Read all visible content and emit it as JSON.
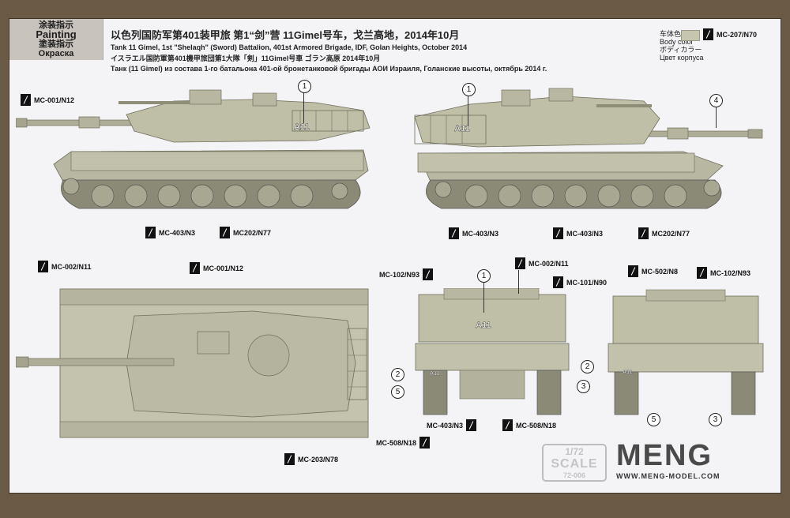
{
  "header": {
    "label_cn": "涂装指示",
    "label_en": "Painting",
    "label_jp": "塗装指示",
    "label_ru": "Окраска"
  },
  "title": {
    "line_cn": "以色列国防军第401装甲旅 第1“剑”营 11Gimel号车，戈兰高地，2014年10月",
    "line_en": "Tank 11 Gimel, 1st \"Shelaqh\" (Sword) Battalion, 401st Armored Brigade, IDF, Golan Heights, October 2014",
    "line_jp": "イスラエル国防軍第401機甲旅団第1大隊「剣」11Gimel号車 ゴラン高原 2014年10月",
    "line_ru": "Танк (11 Gimel) из состава 1-го батальона 401-ой бронетанковой бригады АОИ Израиля, Голанские высоты, октябрь 2014 г."
  },
  "body_color": {
    "cn": "车体色",
    "en": "Body color",
    "jp": "ボディカラー",
    "ru": "Цвет корпуса",
    "code": "MC-207/N70",
    "swatch": "#c6c5b0"
  },
  "tank_marking": "A11",
  "callouts": {
    "c1": "MC-001/N12",
    "c2": "MC-403/N3",
    "c3": "MC202/N77",
    "c4": "MC-403/N3",
    "c5": "MC-403/N3",
    "c6": "MC202/N77",
    "c7": "MC-002/N11",
    "c8": "MC-001/N12",
    "c9": "MC-203/N78",
    "c10": "MC-102/N93",
    "c11": "MC-002/N11",
    "c12": "MC-101/N90",
    "c13": "MC-403/N3",
    "c14": "MC-508/N18",
    "c15": "MC-508/N18",
    "c16": "MC-502/N8",
    "c17": "MC-102/N93"
  },
  "numbers": {
    "n1a": "1",
    "n1b": "1",
    "n4": "4",
    "n1c": "1",
    "n2a": "2",
    "n5a": "5",
    "n3a": "3",
    "n2b": "2",
    "n5b": "5",
    "n3b": "3"
  },
  "scale": {
    "line1": "1/72",
    "line2": "SCALE",
    "line3": "72-006"
  },
  "brand": {
    "logo": "MENG",
    "url": "WWW.MENG-MODEL.COM"
  }
}
